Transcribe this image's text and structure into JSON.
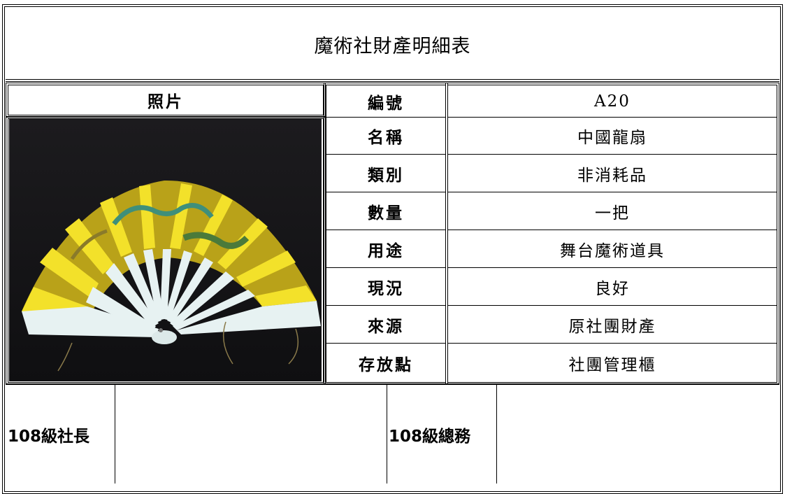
{
  "title": "魔術社財產明細表",
  "photo_header": "照片",
  "rows": [
    {
      "label": "編號",
      "value": "A20"
    },
    {
      "label": "名稱",
      "value": "中國龍扇"
    },
    {
      "label": "類別",
      "value": "非消耗品"
    },
    {
      "label": "數量",
      "value": "一把"
    },
    {
      "label": "用途",
      "value": "舞台魔術道具"
    },
    {
      "label": "現況",
      "value": "良好"
    },
    {
      "label": "來源",
      "value": "原社團財產"
    },
    {
      "label": "存放點",
      "value": "社團管理櫃"
    }
  ],
  "signatures": {
    "president_label": "108級社長",
    "treasurer_label": "108級總務"
  }
}
